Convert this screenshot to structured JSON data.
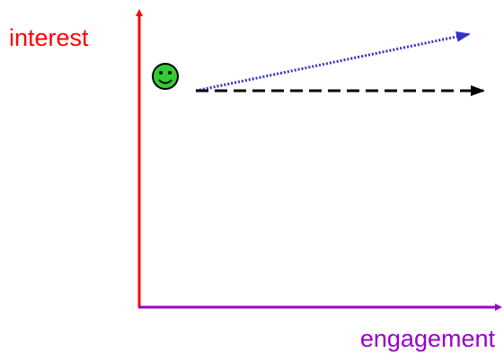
{
  "y_axis": {
    "label": "interest",
    "color": "#ff0000"
  },
  "x_axis": {
    "label": "engagement",
    "color": "#9900cc"
  },
  "smiley": {
    "icon": "smiley-face-icon",
    "color": "#33cc33"
  },
  "arrows": [
    {
      "name": "dotted-arrow",
      "color": "#3333cc",
      "style": "dotted"
    },
    {
      "name": "dashed-arrow",
      "color": "#000000",
      "style": "dashed"
    }
  ]
}
